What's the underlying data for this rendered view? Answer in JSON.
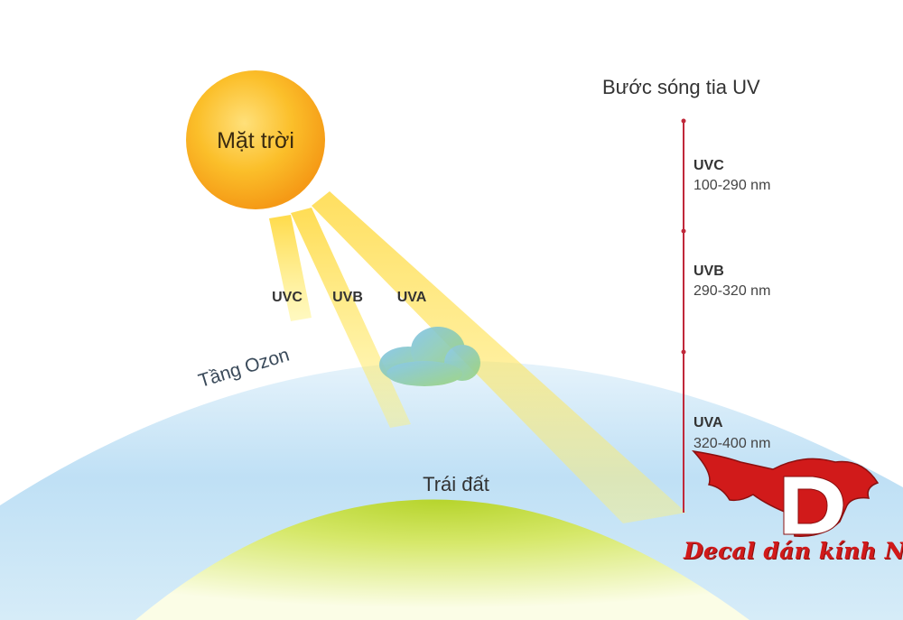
{
  "diagram": {
    "sun_label": "Mặt trời",
    "ray_labels": {
      "uvc": "UVC",
      "uvb": "UVB",
      "uva": "UVA"
    },
    "ozone_label": "Tầng Ozon",
    "earth_label": "Trái đất",
    "scale_title": "Bước sóng tia UV",
    "bands": [
      {
        "name": "UVC",
        "range": "100-290 nm"
      },
      {
        "name": "UVB",
        "range": "290-320 nm"
      },
      {
        "name": "UVA",
        "range": "320-400 nm"
      }
    ]
  },
  "logo": {
    "text": "Decal dán kính NND",
    "letter": "D"
  },
  "colors": {
    "sun": "#f7a81b",
    "ray": "#ffd21f",
    "sky": "#bfe0f5",
    "earth": "#c8de3c",
    "scale_line": "#c0283a",
    "logo_red": "#d11a1a"
  }
}
